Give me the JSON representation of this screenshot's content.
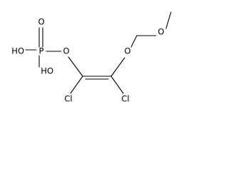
{
  "atoms": {
    "phosphorus": "P",
    "oxo_oxygen": "O",
    "hydroxyl_top": "HO",
    "hydroxyl_bottom": "HO",
    "ester_oxygen": "O",
    "ether_oxygen": "O",
    "methoxy_oxygen": "O",
    "chlorine_left": "Cl",
    "chlorine_right": "Cl"
  },
  "colors": {
    "bond": "#000000",
    "label": "#000000",
    "background": "#ffffff"
  }
}
